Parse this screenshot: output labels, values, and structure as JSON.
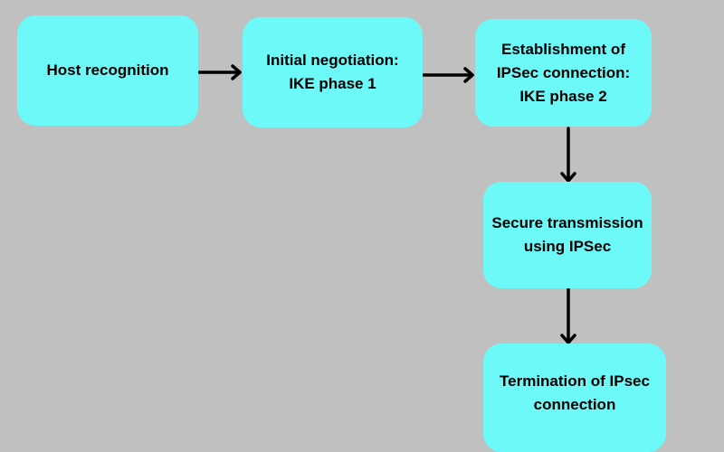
{
  "colors": {
    "background": "#c0c0c0",
    "box_fill": "#6ef9f9",
    "arrow": "#000000"
  },
  "steps": [
    {
      "label": "Host recognition"
    },
    {
      "label": "Initial negotiation: IKE phase 1"
    },
    {
      "label": "Establishment of IPSec connection: IKE phase 2"
    },
    {
      "label": "Secure transmission using IPSec"
    },
    {
      "label": "Termination of IPsec connection"
    }
  ]
}
